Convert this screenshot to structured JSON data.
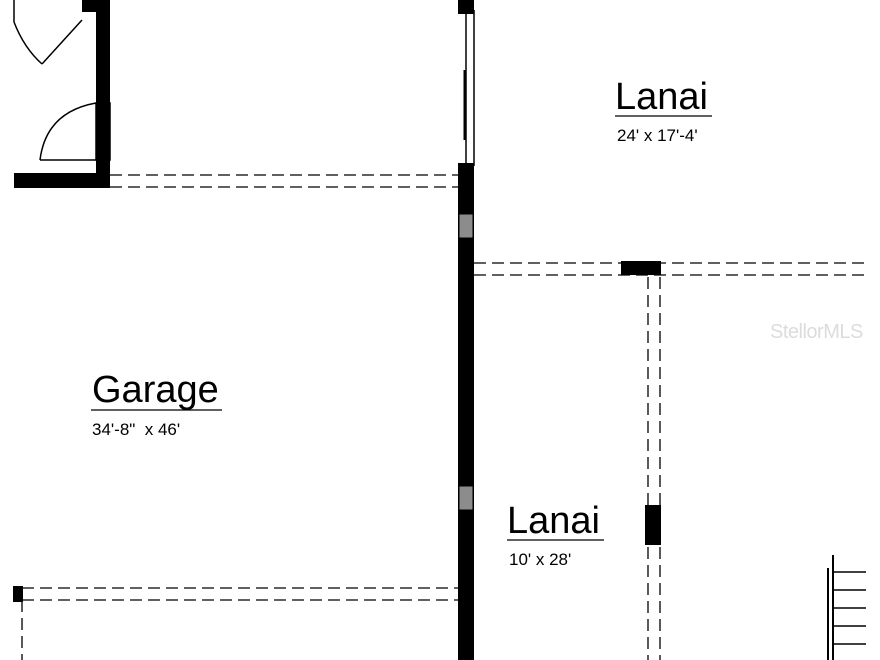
{
  "rooms": {
    "lanai_top": {
      "title": "Lanai",
      "dimensions": "24' x 17'-4'"
    },
    "garage": {
      "title": "Garage",
      "dimensions": "34'-8\"  x 46'"
    },
    "lanai_bottom": {
      "title": "Lanai",
      "dimensions": "10' x 28'"
    }
  },
  "watermark": {
    "text": "StellorMLS"
  },
  "colors": {
    "wall": "#000000",
    "background": "#ffffff",
    "column": "#8c8c8c",
    "watermark": "#dcdcdc"
  }
}
